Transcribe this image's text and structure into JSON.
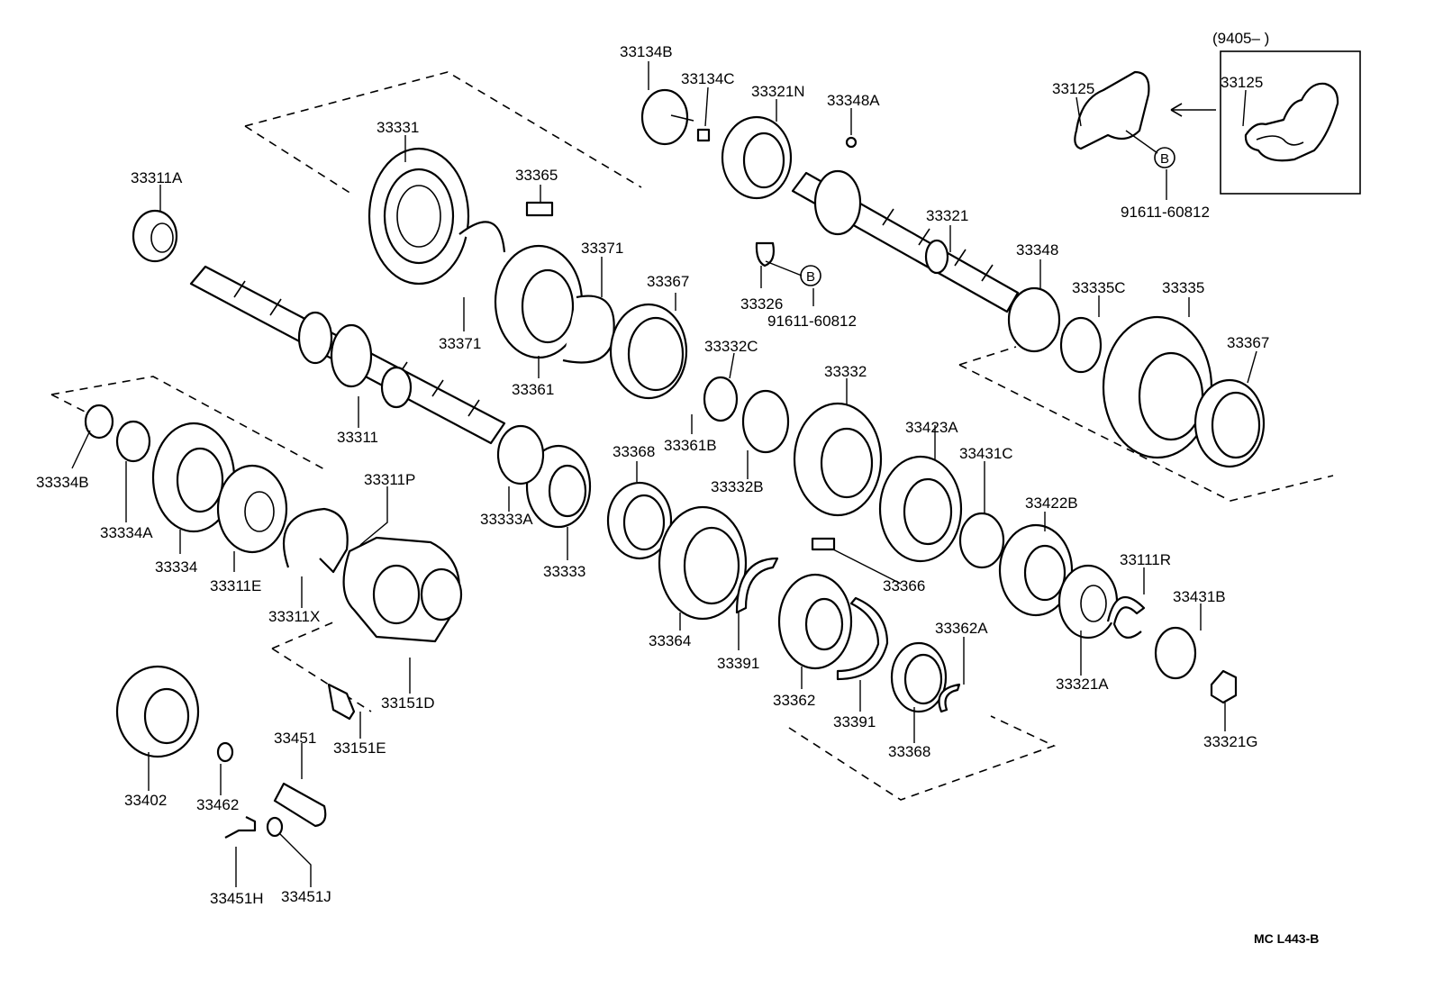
{
  "diagram": {
    "reference_code": "MC L443-B",
    "inset_note": "(9405–          )",
    "callout_letter": "B",
    "labels": {
      "p33134B": "33134B",
      "p33134C": "33134C",
      "p33321N": "33321N",
      "p33348A": "33348A",
      "p33125a": "33125",
      "p33125b": "33125",
      "p91611a": "91611-60812",
      "p91611b": "91611-60812",
      "p33331": "33331",
      "p33365": "33365",
      "p33311A": "33311A",
      "p33371a": "33371",
      "p33371b": "33371",
      "p33367a": "33367",
      "p33367b": "33367",
      "p33326": "33326",
      "p33321": "33321",
      "p33348": "33348",
      "p33335C": "33335C",
      "p33335": "33335",
      "p33361": "33361",
      "p33332C": "33332C",
      "p33332": "33332",
      "p33311": "33311",
      "p33361B": "33361B",
      "p33368a": "33368",
      "p33423A": "33423A",
      "p33431C": "33431C",
      "p33334B": "33334B",
      "p33332B": "33332B",
      "p33311P": "33311P",
      "p33422B": "33422B",
      "p33333A": "33333A",
      "p33334A": "33334A",
      "p33111R": "33111R",
      "p33334": "33334",
      "p33333": "33333",
      "p33366": "33366",
      "p33431B": "33431B",
      "p33311E": "33311E",
      "p33362A": "33362A",
      "p33311X": "33311X",
      "p33364": "33364",
      "p33391a": "33391",
      "p33391b": "33391",
      "p33321A": "33321A",
      "p33362": "33362",
      "p33151D": "33151D",
      "p33451": "33451",
      "p33321G": "33321G",
      "p33151E": "33151E",
      "p33368b": "33368",
      "p33402": "33402",
      "p33462": "33462",
      "p33451H": "33451H",
      "p33451J": "33451J"
    }
  }
}
